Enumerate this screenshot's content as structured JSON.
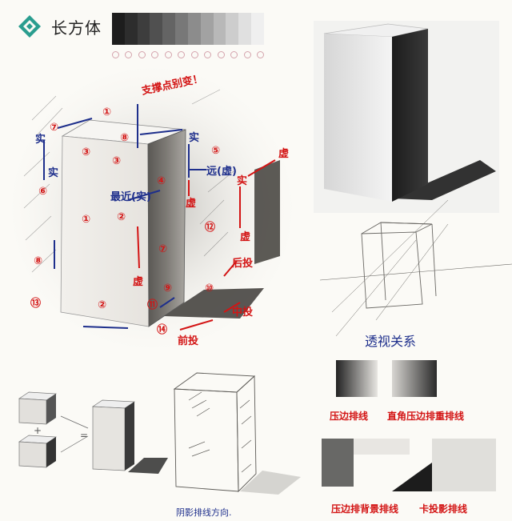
{
  "header": {
    "title": "长方体",
    "icon": "diamond-logo-icon"
  },
  "value_scale": {
    "count": 12,
    "colors": [
      "#1d1d1d",
      "#2d2d2d",
      "#3d3d3d",
      "#505050",
      "#646464",
      "#787878",
      "#8c8c8c",
      "#a2a2a2",
      "#b8b8b8",
      "#cdcdcd",
      "#e0e0e0",
      "#efefef"
    ]
  },
  "annotations": {
    "support": "支撑点别变！",
    "numbers": [
      "①",
      "②",
      "③",
      "④",
      "⑤",
      "⑥",
      "⑦",
      "⑧",
      "⑨",
      "⑩",
      "⑪",
      "⑫",
      "⑬",
      "⑭"
    ],
    "solid_1": "实",
    "solid_2": "实",
    "solid_3": "实",
    "solid_4": "实",
    "far_solid": "远(虚)",
    "near_solid": "最近(实)",
    "void_1": "虚",
    "void_2": "虚",
    "void_3": "虚",
    "void_4": "虚",
    "back": "后投",
    "middle": "中投",
    "front": "前投"
  },
  "captions": {
    "perspective": "透视关系",
    "shading_left": "压边排线",
    "shading_right": "直角压边排重排线",
    "shading_left2": "压边排背景排线",
    "shading_right2": "卡投影排线",
    "hatching_direction": "阴影排线方向."
  },
  "colors": {
    "red": "#d31414",
    "blue": "#1e2f8c",
    "paper": "#fbfaf6",
    "logo": "#2a9d8f"
  }
}
